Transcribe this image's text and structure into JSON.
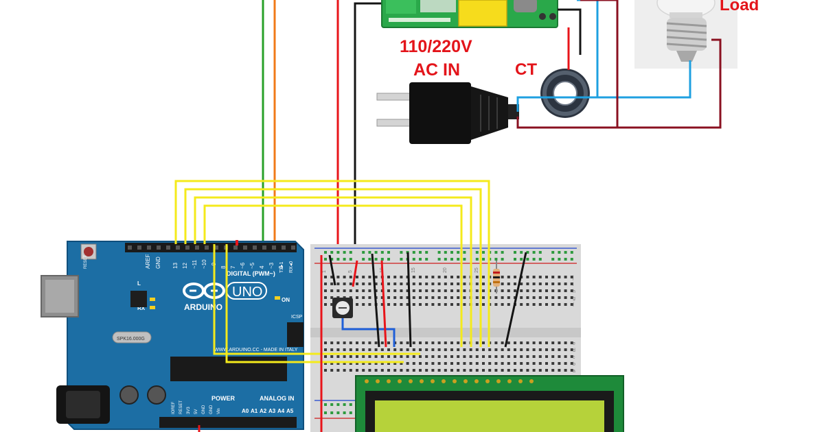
{
  "labels": {
    "load": "Load",
    "voltage": "110/220V",
    "ac_in": "AC IN",
    "ct": "CT"
  },
  "arduino": {
    "brand": "ARDUINO",
    "model": "UNO",
    "digital_header": "DIGITAL (PWM~)",
    "power_header": "POWER",
    "analog_header": "ANALOG IN",
    "site": "WWW.ARDUINO.CC - MADE IN ITALY",
    "on_label": "ON",
    "tx_label": "TX",
    "rx_label": "RX",
    "l_label": "L",
    "icsp_label": "ICSP",
    "reset_label": "RESET",
    "aref_label": "AREF",
    "gnd_label": "GND",
    "txrx_label": "TX▸1",
    "rx0_label": "RX◂0",
    "digital_pins": [
      "13",
      "12",
      "~11",
      "~10",
      "~9",
      "8",
      "7",
      "~6",
      "~5",
      "4",
      "~3",
      "2"
    ],
    "analog_pins": [
      "A0",
      "A1",
      "A2",
      "A3",
      "A4",
      "A5"
    ],
    "power_pins": [
      "IOREF",
      "RESET",
      "3V3",
      "5V",
      "GND",
      "GND",
      "Vin"
    ],
    "crystal_label": "SPK16.000G"
  },
  "breadboard": {
    "column_marks": [
      "1",
      "5",
      "10",
      "15",
      "20",
      "25"
    ],
    "row_letters_top": [
      "j",
      "i",
      "h",
      "g",
      "f"
    ],
    "row_letters_bottom": [
      "e",
      "d",
      "c",
      "b",
      "a"
    ]
  },
  "colors": {
    "label_red": "#e3141a",
    "arduino_blue": "#1c6ea4",
    "lcd_green": "#b6d23a",
    "wire_yellow": "#f4ea1b",
    "wire_red": "#e8141a",
    "wire_black": "#141414",
    "wire_green": "#28a028",
    "wire_orange": "#f07a18",
    "wire_blue": "#1ea0e0",
    "wire_darkred": "#8a1020"
  }
}
